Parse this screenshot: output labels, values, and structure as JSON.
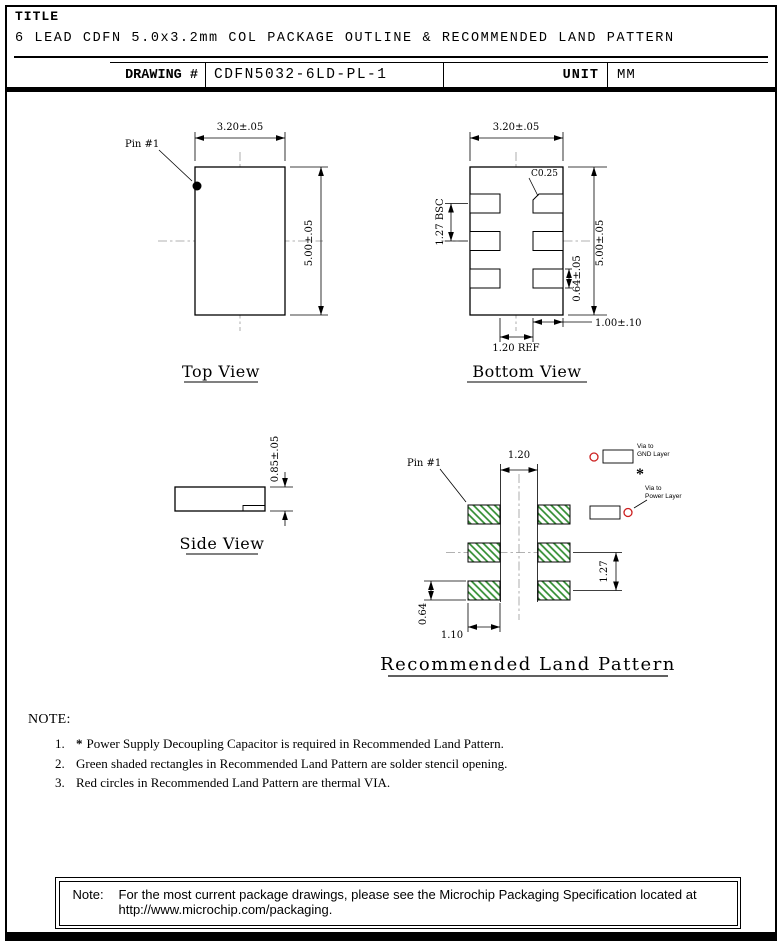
{
  "header": {
    "title_label": "TITLE",
    "title": "6 LEAD CDFN 5.0x3.2mm COL PACKAGE OUTLINE & RECOMMENDED LAND PATTERN",
    "drawing_number_label": "DRAWING #",
    "drawing_number": "CDFN5032-6LD-PL-1",
    "unit_label": "UNIT",
    "unit_value": "MM"
  },
  "top_view": {
    "label": "Top View",
    "pin1_label": "Pin #1",
    "dim_width": "3.20±.05",
    "dim_height": "5.00±.05"
  },
  "bottom_view": {
    "label": "Bottom View",
    "dim_width": "3.20±.05",
    "dim_height": "5.00±.05",
    "dim_chamfer": "C0.25",
    "dim_pitch": "1.27 BSC",
    "dim_pad_height": "0.64±.05",
    "dim_pad_length": "1.00±.10",
    "dim_gap": "1.20 REF"
  },
  "side_view": {
    "label": "Side View",
    "dim_thickness": "0.85±.05"
  },
  "land_pattern": {
    "label": "Recommended Land Pattern",
    "pin1_label": "Pin #1",
    "dim_gap": "1.20",
    "dim_pitch": "1.27",
    "dim_pad_height": "0.64",
    "dim_pad_width": "1.10",
    "via_gnd_line1": "Via to",
    "via_gnd_line2": "GND Layer",
    "via_power_line1": "Via to",
    "via_power_line2": "Power Layer",
    "asterisk": "*"
  },
  "notes": {
    "heading": "NOTE:",
    "items": [
      {
        "num": "1.",
        "star": "*",
        "text": "Power Supply Decoupling Capacitor is required in Recommended Land Pattern."
      },
      {
        "num": "2.",
        "star": "",
        "text": "Green shaded rectangles in Recommended Land Pattern are solder stencil opening."
      },
      {
        "num": "3.",
        "star": "",
        "text": "Red circles in Recommended Land Pattern are thermal VIA."
      }
    ]
  },
  "footer_note": {
    "label": "Note:",
    "line1": "For the most current package drawings, please see the Microchip Packaging Specification located at",
    "line2": "http://www.microchip.com/packaging."
  },
  "colors": {
    "stencil_green": "#2e8b2e",
    "via_red": "#cc2020"
  }
}
